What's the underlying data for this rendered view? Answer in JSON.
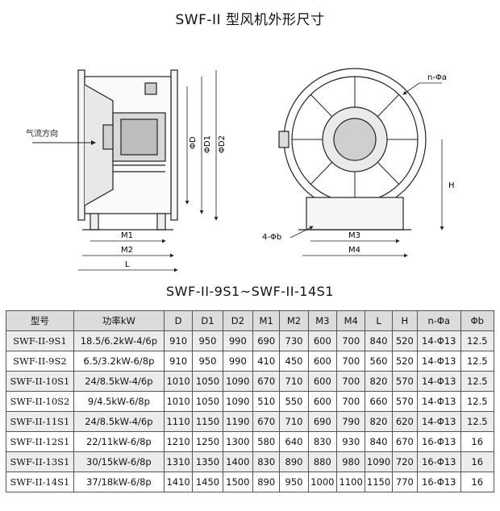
{
  "title": "SWF-II 型风机外形尺寸",
  "drawing": {
    "airflow_label": "气流方向",
    "side_view_dims": [
      "M1",
      "M2",
      "L",
      "ΦD",
      "ΦD1",
      "ΦD2"
    ],
    "front_view_dims": [
      "n-Φa",
      "H",
      "4-Φb",
      "M3",
      "M4"
    ]
  },
  "subtitle": "SWF-II-9S1~SWF-II-14S1",
  "table": {
    "headers": [
      "型号",
      "功率kW",
      "D",
      "D1",
      "D2",
      "M1",
      "M2",
      "M3",
      "M4",
      "L",
      "H",
      "n-Φa",
      "Φb"
    ],
    "rows": [
      [
        "SWF-II-9S1",
        "18.5/6.2kW-4/6p",
        "910",
        "950",
        "990",
        "690",
        "730",
        "600",
        "700",
        "840",
        "520",
        "14-Φ13",
        "12.5"
      ],
      [
        "SWF-II-9S2",
        "6.5/3.2kW-6/8p",
        "910",
        "950",
        "990",
        "410",
        "450",
        "600",
        "700",
        "560",
        "520",
        "14-Φ13",
        "12.5"
      ],
      [
        "SWF-II-10S1",
        "24/8.5kW-4/6p",
        "1010",
        "1050",
        "1090",
        "670",
        "710",
        "600",
        "700",
        "820",
        "570",
        "14-Φ13",
        "12.5"
      ],
      [
        "SWF-II-10S2",
        "9/4.5kW-6/8p",
        "1010",
        "1050",
        "1090",
        "510",
        "550",
        "600",
        "700",
        "660",
        "570",
        "14-Φ13",
        "12.5"
      ],
      [
        "SWF-II-11S1",
        "24/8.5kW-4/6p",
        "1110",
        "1150",
        "1190",
        "670",
        "710",
        "690",
        "790",
        "820",
        "620",
        "14-Φ13",
        "12.5"
      ],
      [
        "SWF-II-12S1",
        "22/11kW-6/8p",
        "1210",
        "1250",
        "1300",
        "580",
        "640",
        "830",
        "930",
        "840",
        "670",
        "16-Φ13",
        "16"
      ],
      [
        "SWF-II-13S1",
        "30/15kW-6/8p",
        "1310",
        "1350",
        "1400",
        "830",
        "890",
        "880",
        "980",
        "1090",
        "720",
        "16-Φ13",
        "16"
      ],
      [
        "SWF-II-14S1",
        "37/18kW-6/8p",
        "1410",
        "1450",
        "1500",
        "890",
        "950",
        "1000",
        "1100",
        "1150",
        "770",
        "16-Φ13",
        "16"
      ]
    ]
  }
}
